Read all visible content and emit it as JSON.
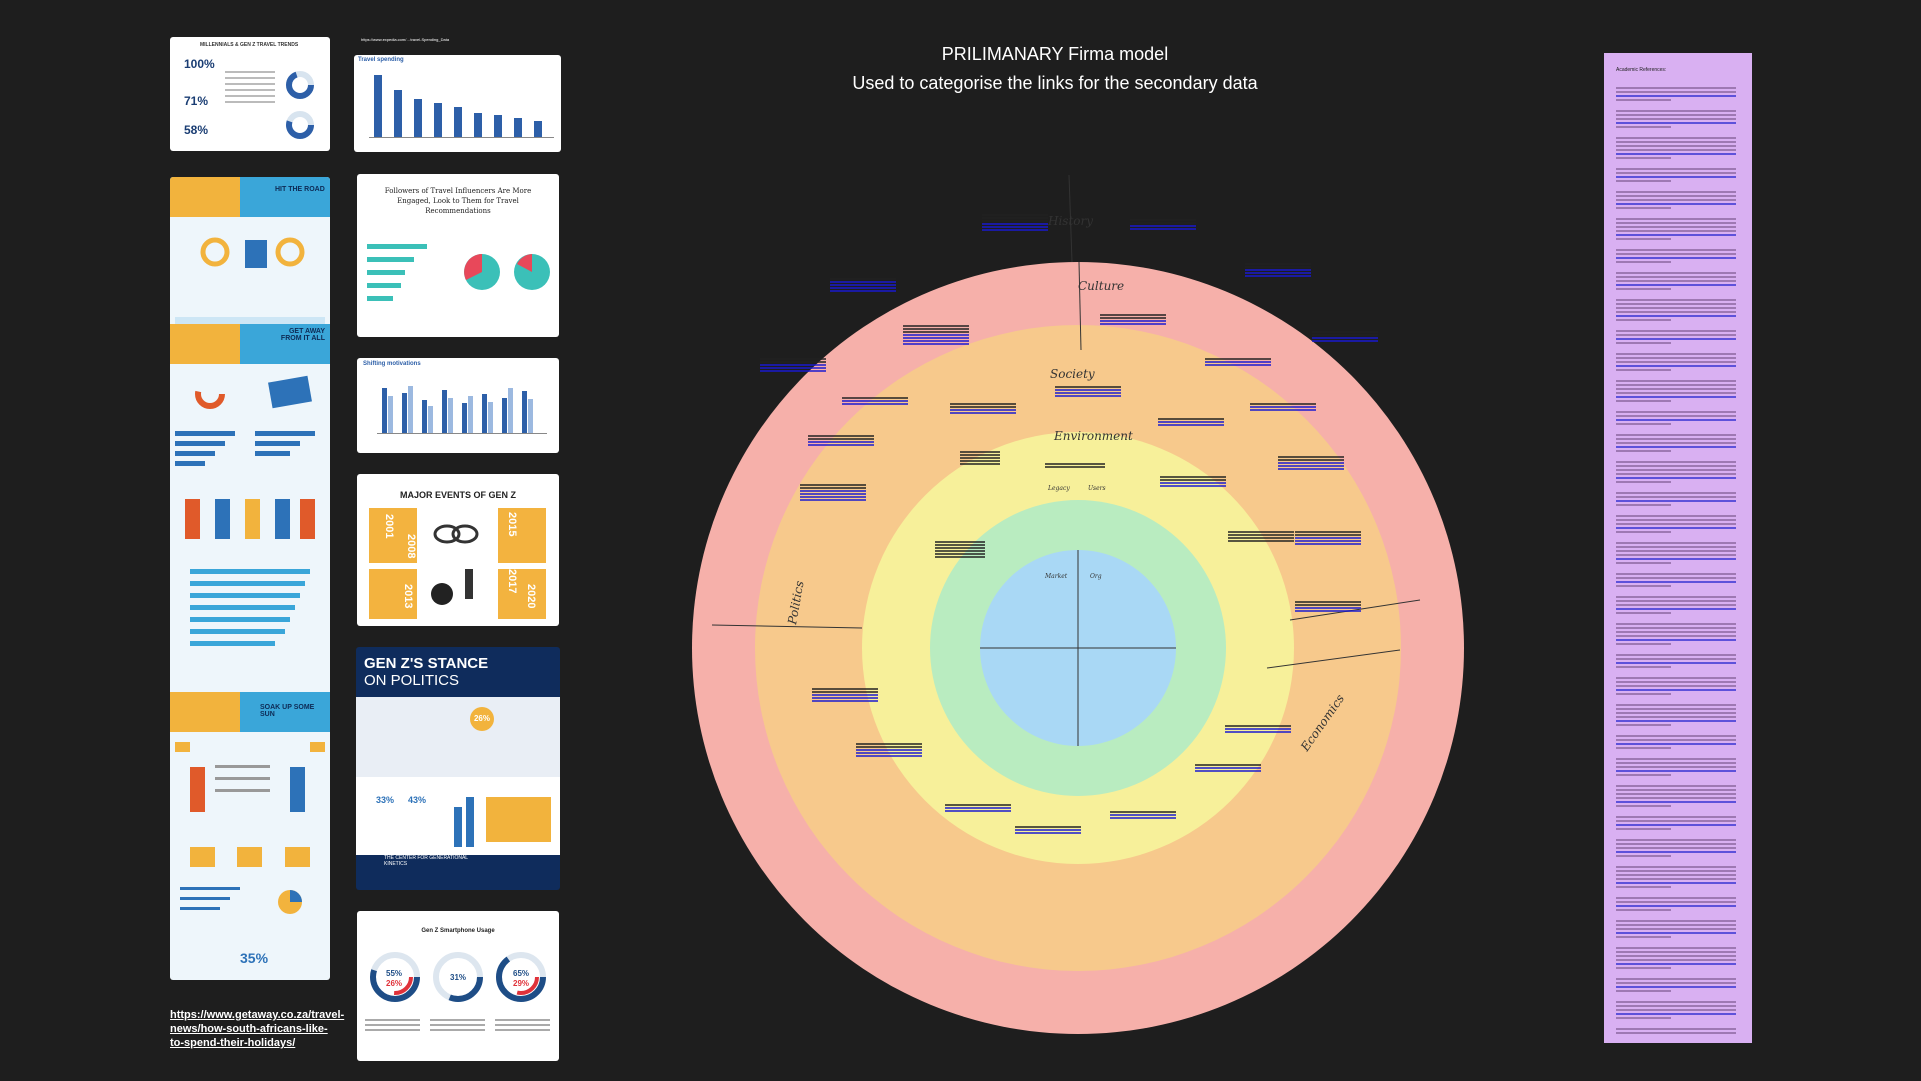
{
  "title": {
    "line1": "PRILIMANARY Firma model",
    "line2": "Used to categorise the links for the secondary data"
  },
  "left_source_url": "https://www.getaway.co.za/travel-news/how-south-africans-like-to-spend-their-holidays/",
  "cards": {
    "travel_trends": {
      "title": "MILLENNIALS & GEN Z TRAVEL TRENDS",
      "stat1": "100%",
      "stat2": "71%",
      "stat3": "58%"
    },
    "spending": {
      "url": "https://www.expedia.com/…travel-Spending_Data",
      "heading": "Travel spending"
    },
    "influencers": {
      "title": "Followers of Travel Influencers Are More Engaged, Look to Them for Travel Recommendations"
    },
    "shifting": {
      "heading": "Shifting motivations"
    },
    "events": {
      "title": "MAJOR EVENTS OF GEN Z",
      "years": [
        "2001",
        "2008",
        "2013",
        "2015",
        "2017",
        "2020"
      ]
    },
    "politics": {
      "title_line1": "GEN Z'S STANCE",
      "title_line2": "ON POLITICS",
      "stat1": "26%",
      "stat2": "33%",
      "stat3": "43%",
      "footer": "THE CENTER FOR GENERATIONAL KINETICS"
    },
    "smartphone": {
      "title": "Gen Z Smartphone Usage",
      "donuts": [
        "55%",
        "31%",
        "65%"
      ],
      "donuts_alt": [
        "26%",
        "29%"
      ]
    }
  },
  "infographic": {
    "section1": "HIT THE ROAD",
    "section2": "GET AWAY FROM IT ALL",
    "section3": "SOAK UP SOME SUN",
    "stat": "35%"
  },
  "diagram": {
    "labels": {
      "history": "History",
      "culture": "Culture",
      "society": "Society",
      "environment": "Environment",
      "politics": "Politics",
      "economics": "Economics",
      "legacy": "Legacy",
      "users": "Users",
      "market": "Market",
      "org": "Org"
    },
    "colors": {
      "outer": "#f6b0aa",
      "culture": "#f7c98c",
      "society": "#f7f09a",
      "environment": "#b9ecc0",
      "core": "#a9d8f5"
    }
  },
  "references": {
    "heading": "Academic References:"
  }
}
